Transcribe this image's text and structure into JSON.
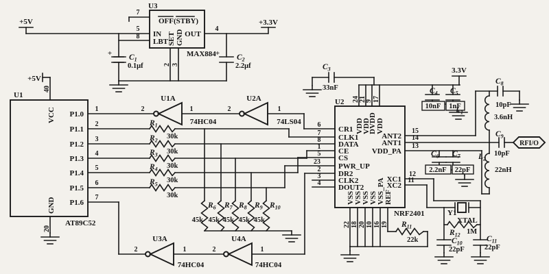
{
  "power": {
    "plus5_top": "+5V",
    "plus33_top": "+3.3V",
    "plus5_mcu": "+5V",
    "v33_rail": "3.3V"
  },
  "regulator": {
    "ref": "U3",
    "part": "MAX884",
    "off": "OFF",
    "paren_open": "(",
    "stby": "STBY",
    "paren_close": ")",
    "in": "IN",
    "lbt": "LBT",
    "out": "OUT",
    "set": "SET",
    "gnd": "GND",
    "pin7": "7",
    "pin5": "5",
    "pin8": "8",
    "pin4": "4",
    "pin2": "2",
    "pin3": "3"
  },
  "mcu": {
    "ref": "U1",
    "part": "AT89C52",
    "vcc": "VCC",
    "gnd": "GND",
    "pin40": "40",
    "pin20": "20",
    "ports": [
      {
        "num": "1",
        "name": "P1.0"
      },
      {
        "num": "2",
        "name": "P1.1"
      },
      {
        "num": "3",
        "name": "P1.2"
      },
      {
        "num": "4",
        "name": "P1.3"
      },
      {
        "num": "5",
        "name": "P1.4"
      },
      {
        "num": "6",
        "name": "P1.5"
      },
      {
        "num": "7",
        "name": "P1.6"
      }
    ]
  },
  "gates": {
    "u1a": {
      "ref": "U1A",
      "part": "74HC04",
      "pout": "2",
      "pin": "1"
    },
    "u2a": {
      "ref": "U2A",
      "part": "74LS04",
      "pout": "2",
      "pin": "1"
    },
    "u3a": {
      "ref": "U3A",
      "part": "74HC04",
      "pout": "2",
      "pin": "1"
    },
    "u4a": {
      "ref": "U4A",
      "part": "74HC04",
      "pout": "2",
      "pin": "1"
    }
  },
  "resistors": {
    "r1": {
      "ref": "R",
      "sub": "1",
      "value": "30k"
    },
    "r2": {
      "ref": "R",
      "sub": "2",
      "value": "30k"
    },
    "r3": {
      "ref": "R",
      "sub": "3",
      "value": "30k"
    },
    "r4": {
      "ref": "R",
      "sub": "4",
      "value": "30k"
    },
    "r5": {
      "ref": "R",
      "sub": "5",
      "value": "30k"
    },
    "r6": {
      "ref": "R",
      "sub": "6",
      "value": "45k"
    },
    "r7": {
      "ref": "R",
      "sub": "7",
      "value": "45k"
    },
    "r8": {
      "ref": "R",
      "sub": "8",
      "value": "45k"
    },
    "r9": {
      "ref": "R",
      "sub": "9",
      "value": "45k"
    },
    "r10": {
      "ref": "R",
      "sub": "10",
      "value": "45k"
    },
    "r11": {
      "ref": "R",
      "sub": "11",
      "value": "22k"
    },
    "r12": {
      "ref": "R",
      "sub": "12",
      "value": "1M"
    }
  },
  "capacitors": {
    "c1": {
      "ref": "C",
      "sub": "1",
      "value": "0.1μf",
      "plus": "+"
    },
    "c2": {
      "ref": "C",
      "sub": "2",
      "value": "2.2μf",
      "plus": "+"
    },
    "c3": {
      "ref": "C",
      "sub": "3",
      "value": "33nF"
    },
    "c4": {
      "ref": "C",
      "sub": "4",
      "value": "10nF"
    },
    "c5": {
      "ref": "C",
      "sub": "5",
      "value": "1nF"
    },
    "c6": {
      "ref": "C",
      "sub": "6",
      "value": "2.2nF"
    },
    "c7": {
      "ref": "C",
      "sub": "7",
      "value": "22pF"
    },
    "c8": {
      "ref": "C",
      "sub": "8",
      "value": "10pF"
    },
    "c9": {
      "ref": "C",
      "sub": "9",
      "value": "10pF"
    },
    "c10": {
      "ref": "C",
      "sub": "10",
      "value": "22pF"
    },
    "c11": {
      "ref": "C",
      "sub": "11",
      "value": "22pF"
    }
  },
  "inductors": {
    "l1": {
      "ref": "L",
      "sub": "1",
      "value": "3.6nH"
    },
    "l2": {
      "ref": "L",
      "sub": "2",
      "value": "22nH"
    }
  },
  "rf": {
    "ref": "U2",
    "part": "NRF2401",
    "left_pins": [
      {
        "num": "6",
        "name": "CR1"
      },
      {
        "num": "7",
        "name": "CLK1"
      },
      {
        "num": "8",
        "name": "DATA"
      },
      {
        "num": "1",
        "name": "CE"
      },
      {
        "num": "5",
        "name": "CS"
      },
      {
        "num": "23",
        "name": "PWR_UP"
      },
      {
        "num": "2",
        "name": "DR2"
      },
      {
        "num": "3",
        "name": "CLK2"
      },
      {
        "num": "4",
        "name": "DOUT2"
      }
    ],
    "right_pins": [
      {
        "num": "15",
        "name": "ANT2"
      },
      {
        "num": "14",
        "name": "ANT1"
      },
      {
        "num": "13",
        "name": "VDD_PA"
      },
      {
        "num": "12",
        "name": "XC1"
      },
      {
        "num": "11",
        "name": "XC2"
      }
    ],
    "top_pins": [
      {
        "num": "24",
        "name": "VDD"
      },
      {
        "num": "21",
        "name": "VDD"
      },
      {
        "num": "9",
        "name": "DVDD"
      },
      {
        "num": "17",
        "name": "VDD"
      }
    ],
    "bottom_pins": [
      {
        "num": "22",
        "name": "VSS"
      },
      {
        "num": "18",
        "name": "VSS"
      },
      {
        "num": "20",
        "name": "VSS"
      },
      {
        "num": "10",
        "name": "VSS"
      },
      {
        "num": "16",
        "name": "VSS_PA"
      },
      {
        "num": "19",
        "name": "REF"
      }
    ]
  },
  "crystal": {
    "ref": "Y1",
    "label": "XTAL"
  },
  "output": {
    "label": "RFI/O"
  }
}
